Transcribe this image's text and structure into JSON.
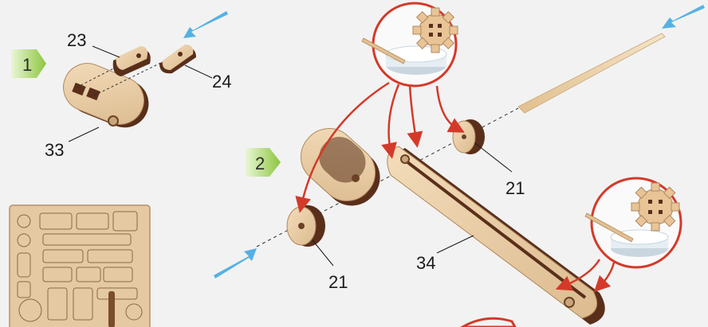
{
  "steps": [
    {
      "number": "1"
    },
    {
      "number": "2"
    }
  ],
  "part_labels": {
    "p23": "23",
    "p24": "24",
    "p33": "33",
    "p21_right": "21",
    "p21_left": "21",
    "p34": "34"
  },
  "colors": {
    "background": "#f2f2f2",
    "step_badge": "#8dc63f",
    "wood_light": "#ecd2ad",
    "wood_dark": "#5a2f1a",
    "callout_ring": "#d43a2a",
    "arrow_blue": "#3aa6e0"
  },
  "icons": [
    "gear-icon",
    "glue-dish-icon",
    "toothpick-icon",
    "blue-arrow-icon",
    "plywood-sheet-icon"
  ]
}
